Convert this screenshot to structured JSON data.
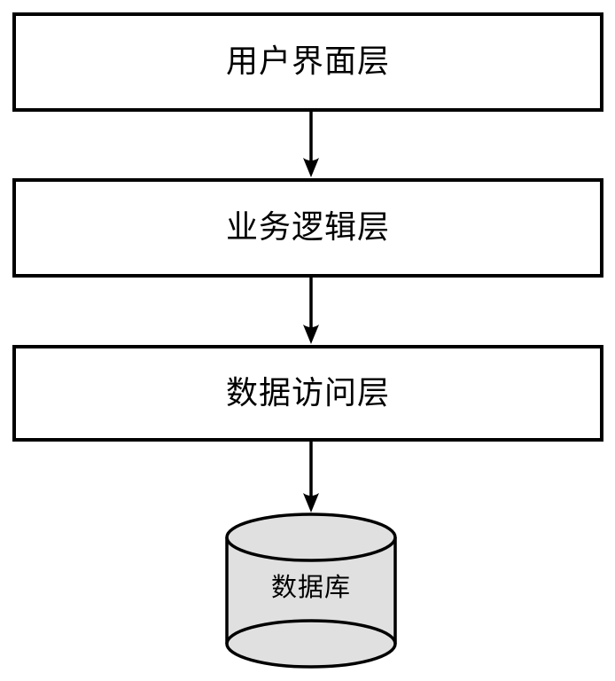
{
  "diagram": {
    "title": "layered-architecture-flowchart",
    "layers": [
      {
        "id": "ui",
        "label": "用户界面层"
      },
      {
        "id": "business",
        "label": "业务逻辑层"
      },
      {
        "id": "data",
        "label": "数据访问层"
      }
    ],
    "database": {
      "label": "数据库"
    },
    "connectors": [
      {
        "from": "用户界面层",
        "to": "业务逻辑层"
      },
      {
        "from": "业务逻辑层",
        "to": "数据访问层"
      },
      {
        "from": "数据访问层",
        "to": "数据库"
      }
    ],
    "colors": {
      "stroke": "#000000",
      "box_fill": "#ffffff",
      "cylinder_fill": "#e0e0e0",
      "text": "#000000",
      "background": "#ffffff"
    }
  }
}
